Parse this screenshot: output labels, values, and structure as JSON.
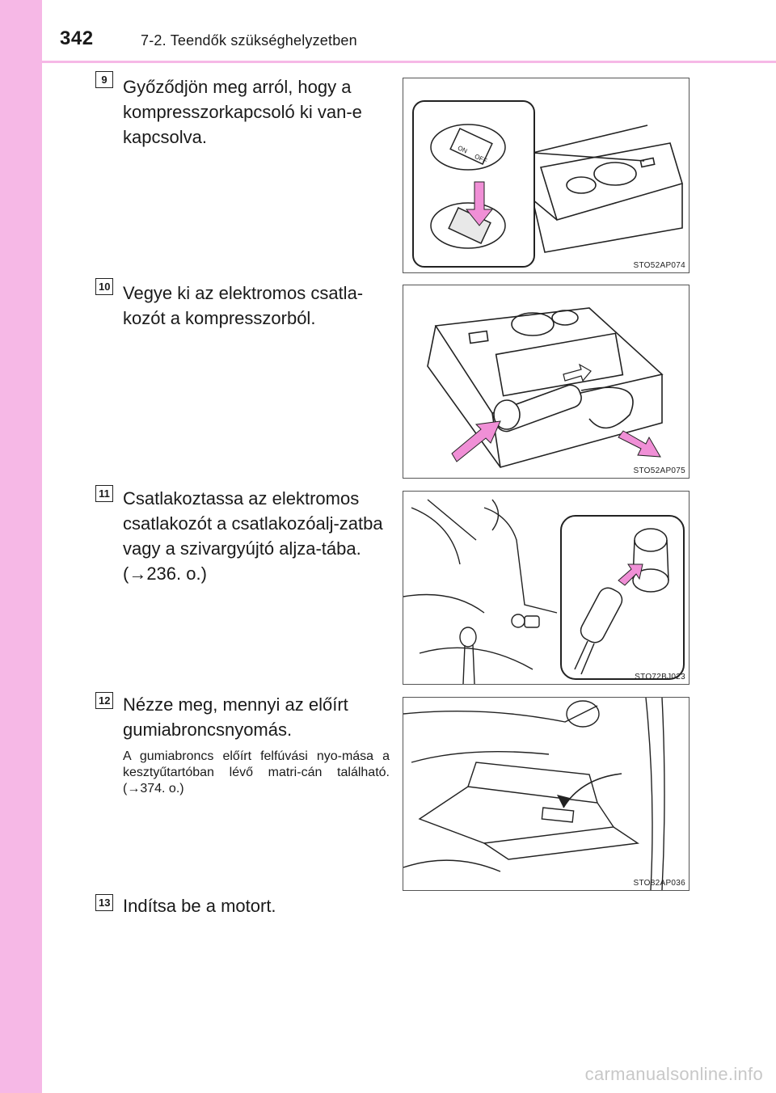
{
  "header": {
    "page_number": "342",
    "section_title": "7-2. Teendők szükséghelyzetben"
  },
  "steps": [
    {
      "number": "9",
      "text": "Győződjön meg arról, hogy a kompresszorkapcsoló ki van-e kapcsolva.",
      "figure_code": "STO52AP074",
      "switch_on": "ON",
      "switch_off": "OFF"
    },
    {
      "number": "10",
      "text": "Vegye ki az elektromos csatla-kozót a kompresszorból.",
      "figure_code": "STO52AP075"
    },
    {
      "number": "11",
      "text": "Csatlakoztassa az elektromos csatlakozót a csatlakozóalj-zatba vagy a szivargyújtó aljza-tába. (→236. o.)",
      "figure_code": "STO72BJ023"
    },
    {
      "number": "12",
      "text": "Nézze meg, mennyi az előírt gumiabroncsnyomás.",
      "note": "A gumiabroncs előírt felfúvási nyo-mása a kesztyűtartóban lévő matri-cán található. (→374. o.)",
      "figure_code": "STO82AP036"
    },
    {
      "number": "13",
      "text": "Indítsa be a motort."
    }
  ],
  "footer": {
    "watermark": "carmanualsonline.info"
  },
  "colors": {
    "accent": "#f6b8e6",
    "arrow": "#f08fd6"
  }
}
